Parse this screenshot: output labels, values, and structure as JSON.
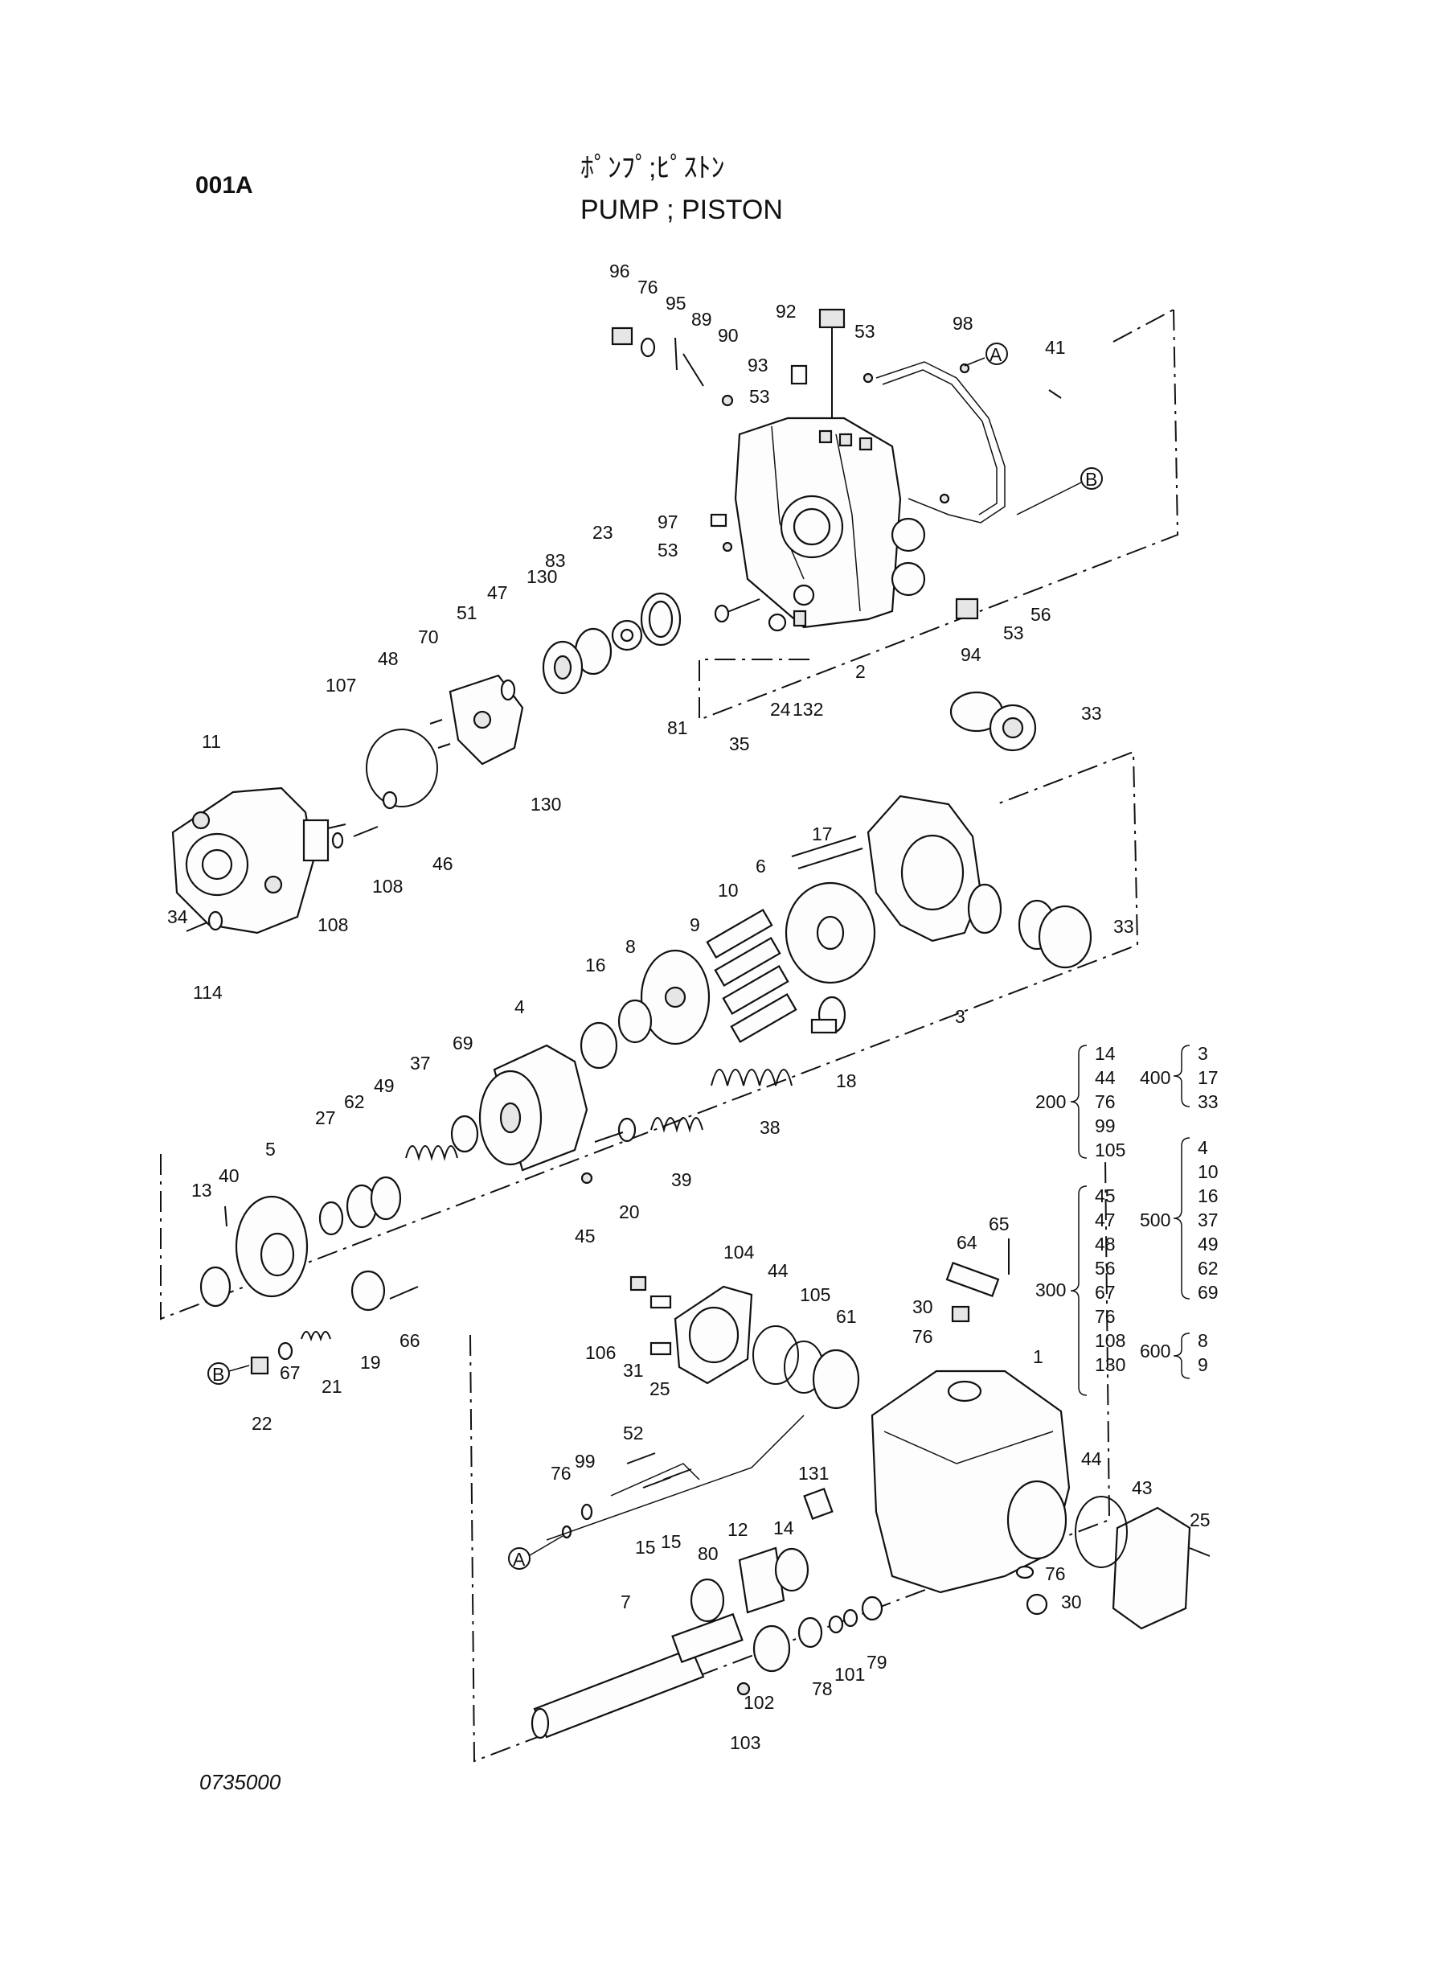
{
  "header": {
    "code": "001A",
    "title_jp": "ﾎﾟﾝﾌﾟ;ﾋﾟｽﾄﾝ",
    "title_en": "PUMP ; PISTON"
  },
  "footer": {
    "reference": "0735000"
  },
  "callout_circles": [
    "A",
    "B"
  ],
  "part_numbers": [
    "96",
    "76",
    "95",
    "89",
    "90",
    "92",
    "53",
    "98",
    "41",
    "93",
    "97",
    "56",
    "94",
    "2",
    "23",
    "83",
    "130",
    "47",
    "51",
    "70",
    "48",
    "107",
    "11",
    "34",
    "114",
    "108",
    "46",
    "81",
    "35",
    "24",
    "132",
    "33",
    "17",
    "6",
    "10",
    "9",
    "8",
    "16",
    "4",
    "69",
    "37",
    "49",
    "62",
    "27",
    "5",
    "40",
    "13",
    "3",
    "18",
    "38",
    "39",
    "20",
    "45",
    "67",
    "21",
    "19",
    "66",
    "22",
    "104",
    "44",
    "105",
    "61",
    "64",
    "65",
    "30",
    "1",
    "106",
    "31",
    "25",
    "52",
    "99",
    "15",
    "131",
    "14",
    "12",
    "80",
    "7",
    "102",
    "78",
    "101",
    "79",
    "103",
    "43"
  ],
  "groups": [
    {
      "id": "200",
      "items": [
        "14",
        "44",
        "76",
        "99",
        "105"
      ]
    },
    {
      "id": "400",
      "items": [
        "3",
        "17",
        "33"
      ]
    },
    {
      "id": "300",
      "items": [
        "45",
        "47",
        "48",
        "56",
        "67",
        "76",
        "108",
        "130"
      ]
    },
    {
      "id": "500",
      "items": [
        "4",
        "10",
        "16",
        "37",
        "49",
        "62",
        "69"
      ]
    },
    {
      "id": "600",
      "items": [
        "8",
        "9"
      ]
    }
  ]
}
